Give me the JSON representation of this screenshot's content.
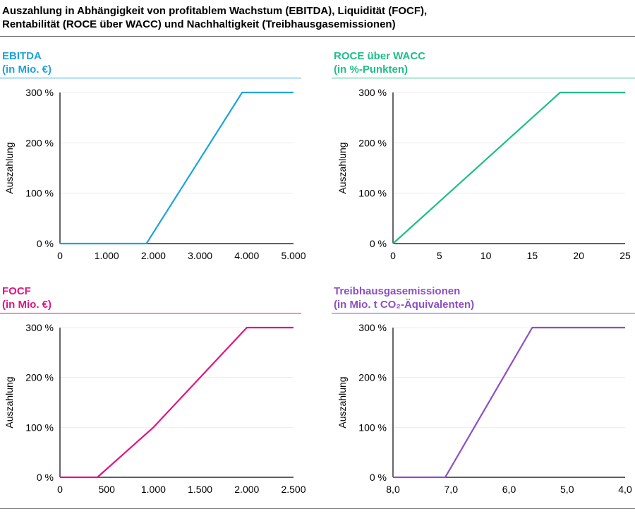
{
  "title_line1": "Auszahlung in Abhängigkeit von profitablem Wachstum (EBITDA), Liquidität (FOCF),",
  "title_line2": "Rentabilität (ROCE über WACC) und Nachhaltigkeit (Treibhausgasemissionen)",
  "colors": {
    "ebitda": "#1fa3dd",
    "roce": "#1fbf87",
    "focf": "#e0157f",
    "ghg": "#8c4fc7"
  },
  "chart_data": [
    {
      "id": "ebitda",
      "type": "line",
      "title_line1": "EBITDA",
      "title_line2": "(in Mio. €)",
      "ylabel": "Auszahlung",
      "xlim": [
        0,
        5000
      ],
      "ylim": [
        0,
        300
      ],
      "xticks": [
        0,
        1000,
        2000,
        3000,
        4000,
        5000
      ],
      "xtick_labels": [
        "0",
        "1.000",
        "2.000",
        "3.000",
        "4.000",
        "5.000"
      ],
      "yticks": [
        0,
        100,
        200,
        300
      ],
      "ytick_labels": [
        "0 %",
        "100 %",
        "200 %",
        "300 %"
      ],
      "grid": true,
      "x": [
        0,
        1850,
        3900,
        5000
      ],
      "y": [
        0,
        0,
        300,
        300
      ]
    },
    {
      "id": "roce",
      "type": "line",
      "title_line1": "ROCE über WACC",
      "title_line2": "(in %-Punkten)",
      "ylabel": "Auszahlung",
      "xlim": [
        0,
        25
      ],
      "ylim": [
        0,
        300
      ],
      "xticks": [
        0,
        5,
        10,
        15,
        20,
        25
      ],
      "xtick_labels": [
        "0",
        "5",
        "10",
        "15",
        "20",
        "25"
      ],
      "yticks": [
        0,
        100,
        200,
        300
      ],
      "ytick_labels": [
        "0 %",
        "100 %",
        "200 %",
        "300 %"
      ],
      "grid": true,
      "x": [
        0,
        18,
        25
      ],
      "y": [
        0,
        300,
        300
      ]
    },
    {
      "id": "focf",
      "type": "line",
      "title_line1": "FOCF",
      "title_line2": "(in Mio. €)",
      "ylabel": "Auszahlung",
      "xlim": [
        0,
        2500
      ],
      "ylim": [
        0,
        300
      ],
      "xticks": [
        0,
        500,
        1000,
        1500,
        2000,
        2500
      ],
      "xtick_labels": [
        "0",
        "500",
        "1.000",
        "1.500",
        "2.000",
        "2.500"
      ],
      "yticks": [
        0,
        100,
        200,
        300
      ],
      "ytick_labels": [
        "0 %",
        "100 %",
        "200 %",
        "300 %"
      ],
      "grid": true,
      "x": [
        0,
        400,
        1000,
        2000,
        2500
      ],
      "y": [
        0,
        0,
        100,
        300,
        300
      ]
    },
    {
      "id": "ghg",
      "type": "line",
      "title_line1": "Treibhausgasemissionen",
      "title_line2": "(in Mio. t CO₂-Äquivalenten)",
      "ylabel": "Auszahlung",
      "xlim": [
        8,
        4
      ],
      "ylim": [
        0,
        300
      ],
      "xticks": [
        8,
        7,
        6,
        5,
        4
      ],
      "xtick_labels": [
        "8,0",
        "7,0",
        "6,0",
        "5,0",
        "4,0"
      ],
      "yticks": [
        0,
        100,
        200,
        300
      ],
      "ytick_labels": [
        "0 %",
        "100 %",
        "200 %",
        "300 %"
      ],
      "grid": true,
      "x": [
        8,
        7.1,
        5.6,
        4
      ],
      "y": [
        0,
        0,
        300,
        300
      ]
    }
  ]
}
